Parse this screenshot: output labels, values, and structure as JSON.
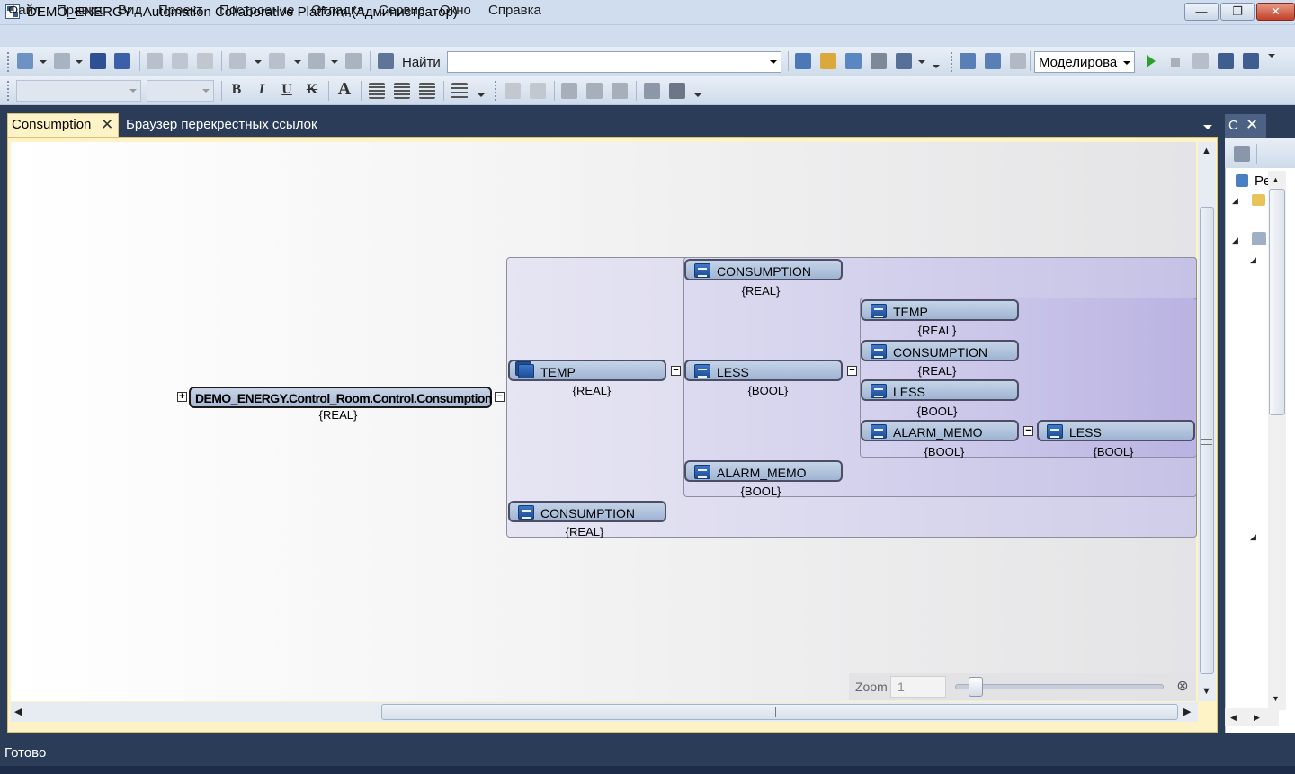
{
  "window": {
    "title": "DEMO_ENERGY - Automation Collaborative Platform (Администратор)",
    "min_glyph": "—",
    "max_glyph": "❐",
    "close_glyph": "✕"
  },
  "menu": [
    "Файл",
    "Правка",
    "Вид",
    "Проект",
    "Построение",
    "Отладка",
    "Сервис",
    "Окно",
    "Справка"
  ],
  "toolbar": {
    "find_label": "Найти",
    "find_value": "",
    "mode_value": "Моделирова",
    "format_bold": "B",
    "format_italic": "I",
    "format_underline": "U",
    "format_strike": "K",
    "format_font_color": "A"
  },
  "tabs": {
    "active": "Consumption",
    "inactive": "Браузер перекрестных ссылок",
    "close_glyph": "✕"
  },
  "graph": {
    "root": {
      "label": "DEMO_ENERGY.Control_Room.Control.Consumption",
      "type": "{REAL}"
    },
    "nodes": [
      {
        "id": "n1",
        "label": "TEMP",
        "type": "{REAL}",
        "icon": "multi-variable-icon"
      },
      {
        "id": "n2",
        "label": "CONSUMPTION",
        "type": "{REAL}",
        "icon": "variable-icon"
      },
      {
        "id": "n3",
        "label": "CONSUMPTION",
        "type": "{REAL}",
        "icon": "variable-icon"
      },
      {
        "id": "n4",
        "label": "LESS",
        "type": "{BOOL}",
        "icon": "variable-icon"
      },
      {
        "id": "n5",
        "label": "ALARM_MEMO",
        "type": "{BOOL}",
        "icon": "variable-icon"
      },
      {
        "id": "n6",
        "label": "TEMP",
        "type": "{REAL}",
        "icon": "variable-icon"
      },
      {
        "id": "n7",
        "label": "CONSUMPTION",
        "type": "{REAL}",
        "icon": "variable-icon"
      },
      {
        "id": "n8",
        "label": "LESS",
        "type": "{BOOL}",
        "icon": "variable-icon"
      },
      {
        "id": "n9",
        "label": "ALARM_MEMO",
        "type": "{BOOL}",
        "icon": "variable-icon"
      },
      {
        "id": "n10",
        "label": "LESS",
        "type": "{BOOL}",
        "icon": "variable-icon"
      }
    ],
    "expand_glyph": "+",
    "collapse_glyph": "−"
  },
  "zoom": {
    "label": "Zoom",
    "value": "1"
  },
  "right_panel": {
    "tab_label": "C",
    "close_glyph": "✕",
    "item_label": "Pe"
  },
  "status": {
    "text": "Готово"
  },
  "colors": {
    "accent_tab": "#fdf3c6",
    "chrome": "#2b3c59",
    "node_fill": "#b3c4de"
  }
}
